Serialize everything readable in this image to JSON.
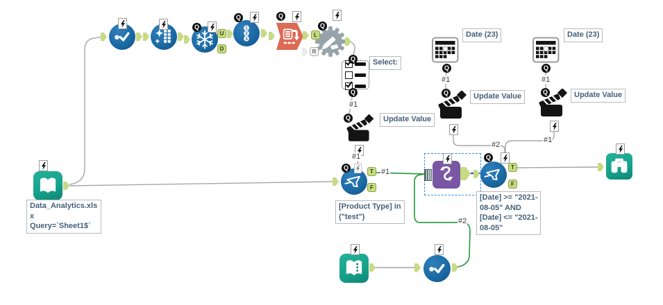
{
  "colors": {
    "tool_blue": "#1b6aa5",
    "tool_teal": "#17a38d",
    "tool_orange": "#dc6a55",
    "tool_purple": "#7a57a5",
    "tool_gear": "#97a3ab",
    "anchor_green": "#c6db84",
    "anchor_green_border": "#8aa43e",
    "wire_gray": "#a6a6a6",
    "wire_green": "#2f9e44",
    "wire_blue": "#4646cf",
    "selection_blue": "#2e8fe8",
    "annotation_text": "#44607a",
    "annotation_border": "#b6b9bc",
    "label_text": "#3b3b3b"
  },
  "anchor_letters": {
    "q": "Q",
    "t": "T",
    "f": "F",
    "u": "U",
    "d": "D",
    "l": "L",
    "r": "R"
  },
  "icons": {
    "record_id_digits": [
      "1",
      "2",
      "3"
    ]
  },
  "wire_labels": {
    "listbox_to_action": "#1",
    "action_to_filter_product": "#1",
    "filter_product_to_macro": "#1",
    "bottom_chain_to_macro": "#2",
    "date1_to_action": "#1",
    "date2_to_action": "#1",
    "action_date1_to_filter_date": "#2",
    "action_date2_to_filter_date": "#1"
  },
  "annotations": {
    "input_main_line1": "Data_Analytics.xls",
    "input_main_line2": "x",
    "input_main_line3": "Query=`Sheet1$`",
    "select_label": "Select:",
    "update_value_listbox": "Update Value",
    "date_label_1": "Date (23)",
    "update_value_date1": "Update Value",
    "date_label_2": "Date (23)",
    "update_value_date2": "Update Value",
    "filter_product_line1": "[Product Type] in",
    "filter_product_line2": "(\"test\")",
    "filter_date_line1": "[Date] >= \"2021-",
    "filter_date_line2": "08-05\" AND",
    "filter_date_line3": "[Date] <= \"2021-",
    "filter_date_line4": "08-05\""
  }
}
